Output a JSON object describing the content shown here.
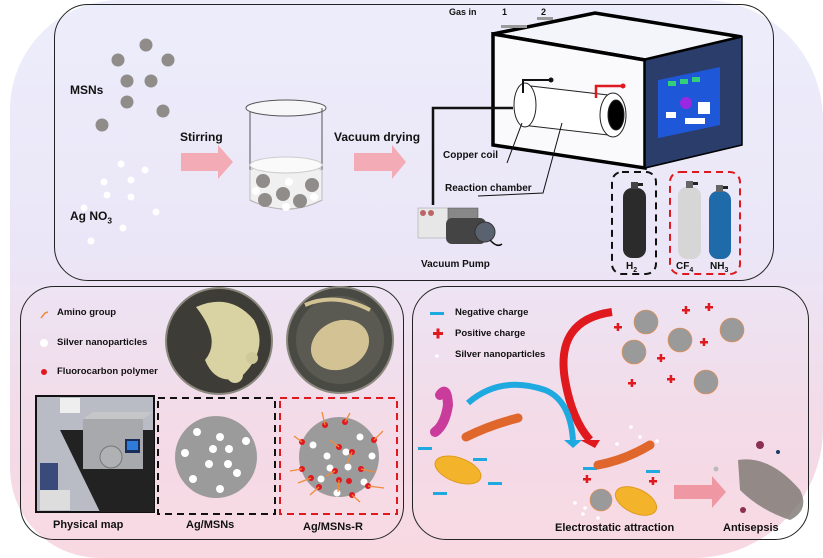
{
  "top_panel": {
    "msns_label": "MSNs",
    "agno3_label": "Ag NO",
    "agno3_sub": "3",
    "stirring_label": "Stirring",
    "vacuum_drying_label": "Vacuum drying",
    "gas_in_label": "Gas in",
    "gas_port_1": "1",
    "gas_port_2": "2",
    "copper_coil_label": "Copper coil",
    "reaction_chamber_label": "Reaction chamber",
    "vacuum_pump_label": "Vacuum Pump",
    "gases": [
      {
        "formula": "H",
        "sub": "2",
        "color": "#2b2b2b"
      },
      {
        "formula": "CF",
        "sub": "4",
        "color": "#d6d6d6"
      },
      {
        "formula": "NH",
        "sub": "3",
        "color": "#1f6aa8"
      }
    ]
  },
  "bottom_left_panel": {
    "legend": [
      {
        "label": "Amino group",
        "icon": "amino-group-icon",
        "color": "#f08a3c"
      },
      {
        "label": "Silver nanoparticles",
        "icon": "silver-nanoparticle-icon",
        "color": "#ffffff"
      },
      {
        "label": "Fluorocarbon polymer",
        "icon": "fluorocarbon-icon",
        "color": "#e0191f"
      }
    ],
    "captions": {
      "physical_map": "Physical map",
      "ag_msns": "Ag/MSNs",
      "ag_msns_r": "Ag/MSNs-R"
    }
  },
  "bottom_right_panel": {
    "legend": [
      {
        "label": "Negative charge",
        "icon": "negative-charge-icon",
        "color": "#1fa9e1"
      },
      {
        "label": "Positive charge",
        "icon": "positive-charge-icon",
        "color": "#e0191f"
      },
      {
        "label": "Silver nanoparticles",
        "icon": "silver-nanoparticle-icon",
        "color": "#ffffff"
      }
    ],
    "electrostatic_label": "Electrostatic attraction",
    "antisepsis_label": "Antisepsis"
  },
  "colors": {
    "particle_gray": "#8f8c8a",
    "arrow_pink": "#f4a4ad",
    "accent_red": "#e0191f",
    "accent_blue": "#1fa9e1"
  }
}
